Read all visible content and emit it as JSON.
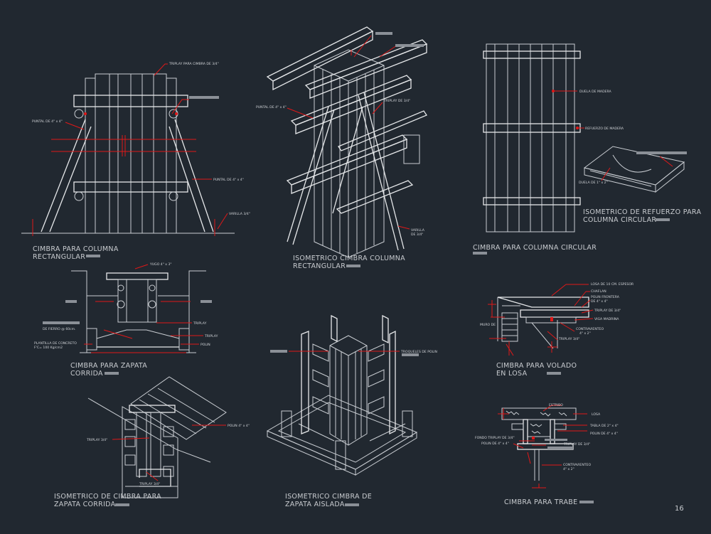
{
  "sheet": {
    "page_number": "16",
    "colors": {
      "background": "#212830",
      "linework": "#c9cdd2",
      "leaders": "#e01818"
    }
  },
  "titles": {
    "t1a": "CIMBRA PARA COLUMNA",
    "t1b": "RECTANGULAR",
    "t2a": "ISOMETRICO CIMBRA COLUMNA",
    "t2b": "RECTANGULAR",
    "t3a": "CIMBRA PARA COLUMNA CIRCULAR",
    "t4a": "ISOMETRICO DE REFUERZO PARA",
    "t4b": "COLUMNA CIRCULAR",
    "t5a": "CIMBRA PARA  ZAPATA",
    "t5b": "CORRIDA",
    "t6a": "CIMBRA PARA VOLADO",
    "t6b": "EN LOSA",
    "t7a": "ISOMETRICO DE CIMBRA PARA",
    "t7b": "ZAPATA CORRIDA",
    "t8a": "ISOMETRICO CIMBRA DE",
    "t8b": "ZAPATA AISLADA",
    "t9a": "CIMBRA PARA TRABE"
  },
  "labels": {
    "d1_triplay": "TRIPLAY PARA CIMBRA DE 3/4\"",
    "d1_puntal_a": "PUNTAL DE 4\" x 4\"",
    "d1_puntal_b": "PUNTAL DE 4\" x 4\"",
    "d1_varilla": "VARILLA 3/4\"",
    "d2_puntal": "PUNTAL DE 4\" x 4\"",
    "d2_triplay": "TRIPLAY DE 3/4\"",
    "d2_varilla_a": "VARILLA",
    "d2_varilla_b": "DE 3/4\"",
    "d3_duela": "DUELA DE MADERA",
    "d3_refuerzo": "REFUERZO DE MADERA",
    "d4_duela": "DUELA DE 1\" x 2\"",
    "d5_yugo": "YUGO 4\" x 3\"",
    "d5_triplay_a": "TRIPLAY",
    "d5_triplay_b": "TRIPLAY",
    "d5_polin": "POLIN",
    "d5_fierro": "DE FIERRO @ 60cm.",
    "d5_plantilla_a": "PLANTILLA DE CONCRETO",
    "d5_plantilla_b": "F'C= 100 Kg/cm2",
    "d6_losa": "LOSA DE 10 CM. ESPESOR",
    "d6_chaflan": "CHAFLAN",
    "d6_polin_a": "POLIN FRONTERA",
    "d6_polin_b": "DE 4\" x 4\"",
    "d6_triplay": "TRIPLAY DE 3/4\"",
    "d6_viga": "VIGA MADRINA",
    "d6_muro": "MURO DE",
    "d6_contra_a": "CONTRAVIENTEO",
    "d6_contra_b": "4\" x 2\"",
    "d6_triplay2": "TRIPLAY 3/4\"",
    "d7_triplay_a": "TRIPLAY 3/4\"",
    "d7_polin": "POLIN 4\" x 4\"",
    "d7_triplay_b": "TRIPLAY 3/4\"",
    "d8_troqueles": "TROQUELES DE POLIN",
    "d9_estribo": "ESTRIBO",
    "d9_losa": "LOSA",
    "d9_tabla": "TABLA DE 2\" x 4\"",
    "d9_polin_a": "POLIN DE 4\" x 4\"",
    "d9_fondo": "FONDO TRIPLAY DE 3/4\"",
    "d9_polin_b": "POLIN DE 4\" x 4\"",
    "d9_triplay": "TRIPLAY DE 3/4\"",
    "d9_contra_a": "CONTRAVIENTEO",
    "d9_contra_b": "4\" x 2\""
  }
}
